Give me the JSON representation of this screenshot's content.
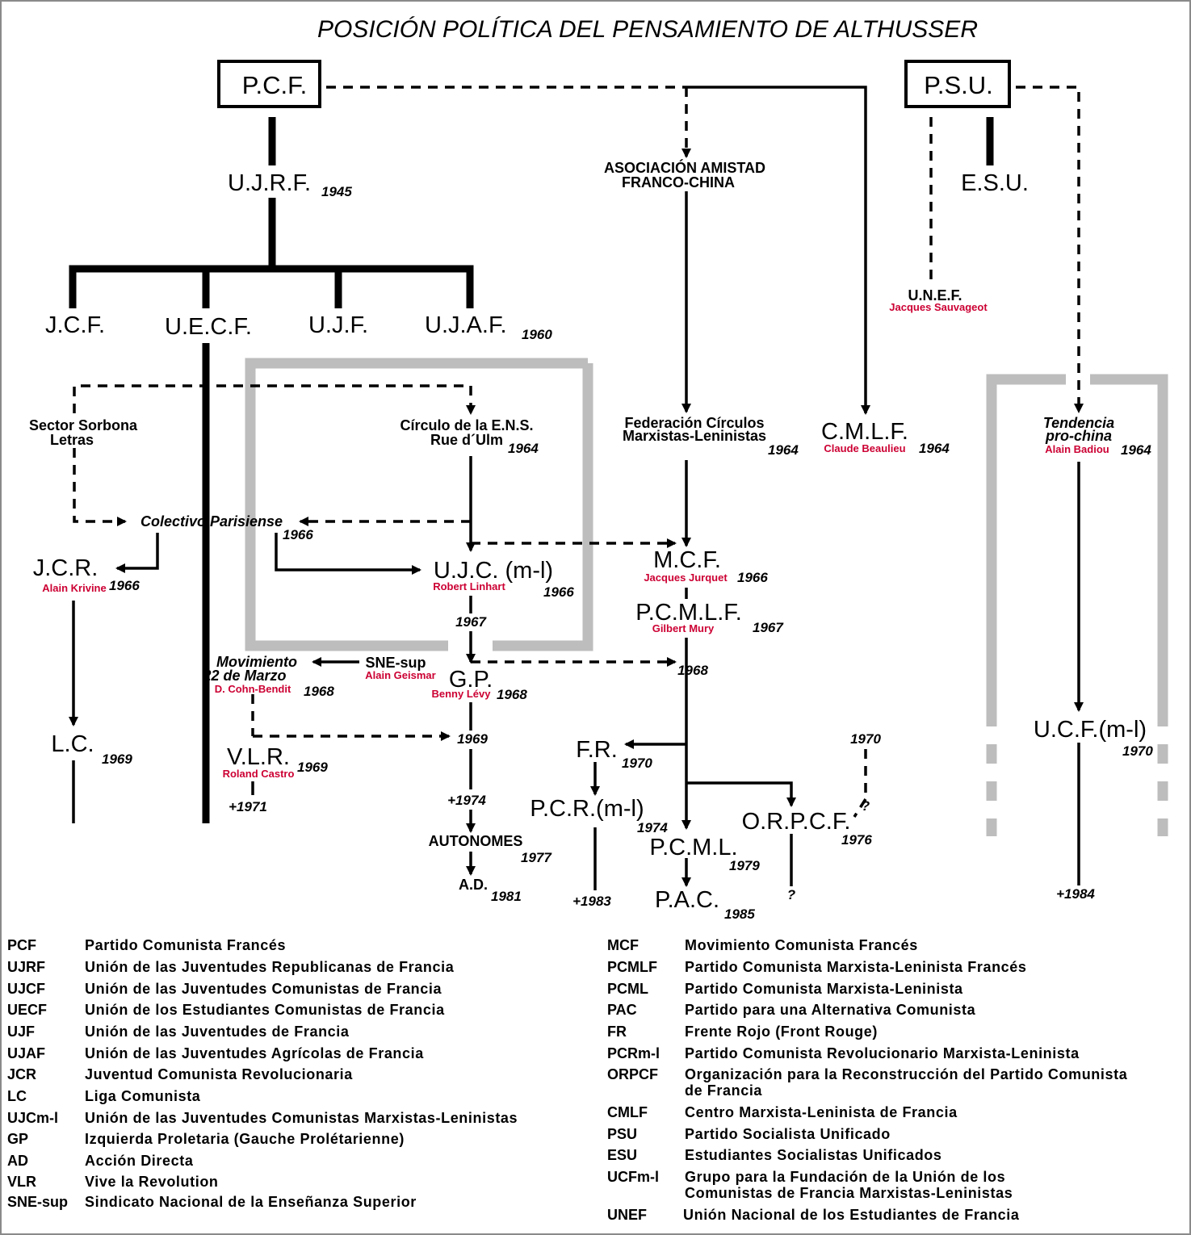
{
  "title": "POSICIÓN POLÍTICA DEL PENSAMIENTO DE ALTHUSSER",
  "colors": {
    "line": "#000000",
    "grey_frame": "#bdbdbd",
    "person": "#cc0033",
    "border": "#8a8a8a"
  },
  "nodes": {
    "pcf": "P.C.F.",
    "psu": "P.S.U.",
    "ujrf": "U.J.R.F.",
    "ujrf_year": "1945",
    "esu": "E.S.U.",
    "asoc1": "ASOCIACIÓN AMISTAD",
    "asoc2": "FRANCO-CHINA",
    "jcf": "J.C.F.",
    "uecf": "U.E.C.F.",
    "ujf": "U.J.F.",
    "ujaf": "U.J.A.F.",
    "ujaf_year": "1960",
    "unef": "U.N.E.F.",
    "unef_person": "Jacques Sauvageot",
    "sorbona1": "Sector Sorbona",
    "sorbona2": "Letras",
    "ens1": "Círculo de la E.N.S.",
    "ens2": "Rue d´Ulm",
    "ens_year": "1964",
    "fed1": "Federación Círculos",
    "fed2": "Marxistas-Leninistas",
    "fed_year": "1964",
    "cmlf": "C.M.L.F.",
    "cmlf_person": "Claude Beaulieu",
    "cmlf_year": "1964",
    "tend1": "Tendencia",
    "tend2": "pro-china",
    "tend_person": "Alain Badiou",
    "tend_year": "1964",
    "colectivo": "Colectivo Parisiense",
    "colectivo_year": "1966",
    "jcr": "J.C.R.",
    "jcr_person": "Alain Krivine",
    "jcr_year": "1966",
    "ujc": "U.J.C. (m-l)",
    "ujc_person": "Robert Linhart",
    "ujc_year": "1966",
    "mcf": "M.C.F.",
    "mcf_person": "Jacques Jurquet",
    "mcf_year": "1966",
    "pcmlf": "P.C.M.L.F.",
    "pcmlf_person": "Gilbert Mury",
    "pcmlf_year": "1967",
    "y1967": "1967",
    "mov1": "Movimiento",
    "mov2": "22 de Marzo",
    "mov_person": "D. Cohn-Bendit",
    "mov_year": "1968",
    "snesup": "SNE-sup",
    "snesup_person": "Alain Geismar",
    "gp": "G.P.",
    "gp_person": "Benny Lévy",
    "gp_year": "1968",
    "y1968b": "1968",
    "lc": "L.C.",
    "lc_year": "1969",
    "y1969": "1969",
    "vlr": "V.L.R.",
    "vlr_person": "Roland Castro",
    "vlr_year": "1969",
    "vlr_end": "+1971",
    "fr": "F.R.",
    "fr_year": "1970",
    "y1970": "1970",
    "ucf": "U.C.F.(m-l)",
    "ucf_year": "1970",
    "gp_end": "+1974",
    "pcr": "P.C.R.(m-l)",
    "pcr_year": "1974",
    "orpcf": "O.R.P.C.F.",
    "orpcf_year": "1976",
    "q1": "?",
    "q2": "?",
    "autonomes": "AUTONOMES",
    "autonomes_year": "1977",
    "pcml": "P.C.M.L.",
    "pcml_year": "1979",
    "ad": "A.D.",
    "ad_year": "1981",
    "pcr_end": "+1983",
    "ucf_end": "+1984",
    "pac": "P.A.C.",
    "pac_year": "1985"
  },
  "legend_left": [
    {
      "abbr": "PCF",
      "def": "Partido Comunista Francés"
    },
    {
      "abbr": "UJRF",
      "def": "Unión de las Juventudes Republicanas de Francia"
    },
    {
      "abbr": "UJCF",
      "def": "Unión de las Juventudes Comunistas de Francia"
    },
    {
      "abbr": "UECF",
      "def": "Unión de los Estudiantes Comunistas de Francia"
    },
    {
      "abbr": "UJF",
      "def": "Unión de las Juventudes de Francia"
    },
    {
      "abbr": "UJAF",
      "def": "Unión de las Juventudes Agrícolas de Francia"
    },
    {
      "abbr": "JCR",
      "def": "Juventud Comunista Revolucionaria"
    },
    {
      "abbr": "LC",
      "def": "Liga Comunista"
    },
    {
      "abbr": "UJCm-l",
      "def": "Unión de las Juventudes Comunistas Marxistas-Leninistas"
    },
    {
      "abbr": "GP",
      "def": "Izquierda Proletaria (Gauche Prolétarienne)"
    },
    {
      "abbr": "AD",
      "def": "Acción Directa"
    },
    {
      "abbr": "VLR",
      "def": "Vive la Revolution"
    },
    {
      "abbr": "SNE-sup",
      "def": "Sindicato Nacional de la Enseñanza Superior"
    }
  ],
  "legend_right": [
    {
      "abbr": "MCF",
      "def": "Movimiento Comunista Francés"
    },
    {
      "abbr": "PCMLF",
      "def": "Partido Comunista Marxista-Leninista Francés"
    },
    {
      "abbr": "PCML",
      "def": "Partido Comunista Marxista-Leninista"
    },
    {
      "abbr": "PAC",
      "def": "Partido para una Alternativa Comunista"
    },
    {
      "abbr": "FR",
      "def": "Frente Rojo (Front Rouge)"
    },
    {
      "abbr": "PCRm-l",
      "def": "Partido Comunista Revolucionario Marxista-Leninista"
    },
    {
      "abbr": "ORPCF",
      "def": "Organización para la Reconstrucción del Partido Comunista",
      "def2": "de Francia"
    },
    {
      "abbr": "CMLF",
      "def": "Centro Marxista-Leninista de Francia"
    },
    {
      "abbr": "PSU",
      "def": "Partido Socialista Unificado"
    },
    {
      "abbr": "ESU",
      "def": "Estudiantes Socialistas Unificados"
    },
    {
      "abbr": "UCFm-l",
      "def": "Grupo para la Fundación de la Unión de los",
      "def2": "Comunistas de Francia Marxistas-Leninistas"
    },
    {
      "abbr": "UNEF",
      "def": "Unión Nacional de los Estudiantes de Francia"
    }
  ]
}
